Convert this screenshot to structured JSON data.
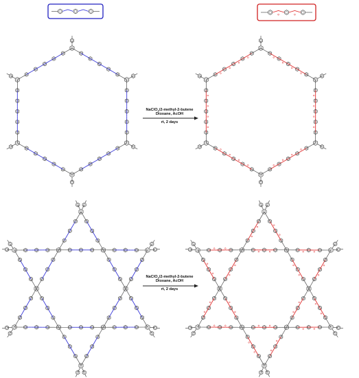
{
  "reaction": {
    "reagent_prefix": "NaClO",
    "reagent_subscript": "2",
    "reagent_suffix": "/2-methyl-2-butene",
    "solvent": "Dioxane, AcOH",
    "conditions": "rt, 2 days"
  },
  "colors": {
    "bond": "#333333",
    "imine_linkage": "#3a3ad9",
    "amide_linkage": "#e03030",
    "box_imine": "#2020c0",
    "box_amide": "#d02020",
    "arrow": "#222222"
  },
  "frameworks": [
    {
      "topology": "hexagonal-pore",
      "state": "imine-linked"
    },
    {
      "topology": "hexagonal-pore",
      "state": "amide-linked"
    },
    {
      "topology": "kagome-star",
      "state": "imine-linked"
    },
    {
      "topology": "kagome-star",
      "state": "amide-linked"
    }
  ],
  "linker_boxes": [
    {
      "type": "imine-linker",
      "units": 3
    },
    {
      "type": "amide-linker",
      "units": 3
    }
  ]
}
